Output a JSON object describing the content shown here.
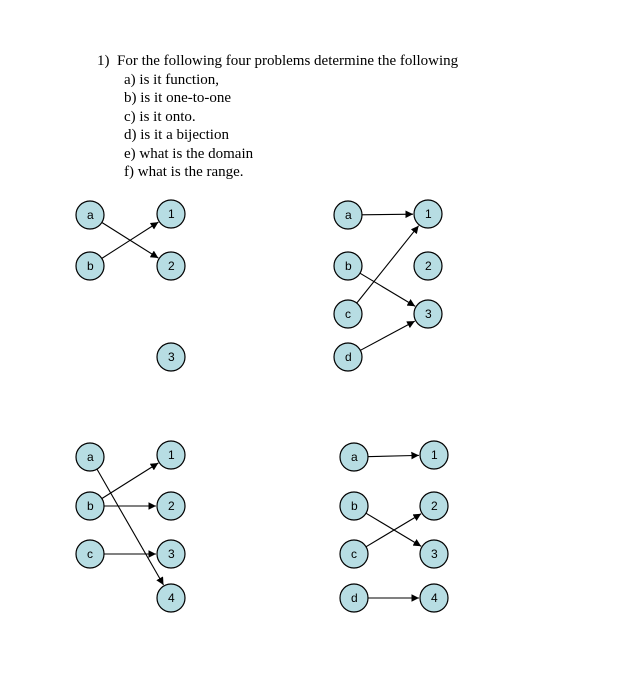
{
  "question": {
    "number": "1)",
    "text": "For the following four problems determine the following",
    "items": [
      "a) is it function,",
      "b) is it one-to-one",
      "c) is it onto.",
      "d) is it a bijection",
      "e) what is the domain",
      "f) what is the range."
    ]
  },
  "colors": {
    "node_fill": "#b7dde3",
    "stroke": "#000000"
  },
  "mappings": [
    {
      "id": "top-left",
      "domain": [
        "a",
        "b"
      ],
      "codomain": [
        "1",
        "2",
        "3"
      ],
      "edges": [
        [
          "a",
          "2"
        ],
        [
          "b",
          "1"
        ]
      ]
    },
    {
      "id": "top-right",
      "domain": [
        "a",
        "b",
        "c",
        "d"
      ],
      "codomain": [
        "1",
        "2",
        "3"
      ],
      "edges": [
        [
          "a",
          "1"
        ],
        [
          "b",
          "3"
        ],
        [
          "c",
          "1"
        ],
        [
          "d",
          "3"
        ]
      ]
    },
    {
      "id": "bottom-left",
      "domain": [
        "a",
        "b",
        "c"
      ],
      "codomain": [
        "1",
        "2",
        "3",
        "4"
      ],
      "edges": [
        [
          "a",
          "4"
        ],
        [
          "b",
          "1"
        ],
        [
          "b",
          "2"
        ],
        [
          "c",
          "3"
        ]
      ]
    },
    {
      "id": "bottom-right",
      "domain": [
        "a",
        "b",
        "c",
        "d"
      ],
      "codomain": [
        "1",
        "2",
        "3",
        "4"
      ],
      "edges": [
        [
          "a",
          "1"
        ],
        [
          "b",
          "3"
        ],
        [
          "c",
          "2"
        ],
        [
          "d",
          "4"
        ]
      ]
    }
  ]
}
